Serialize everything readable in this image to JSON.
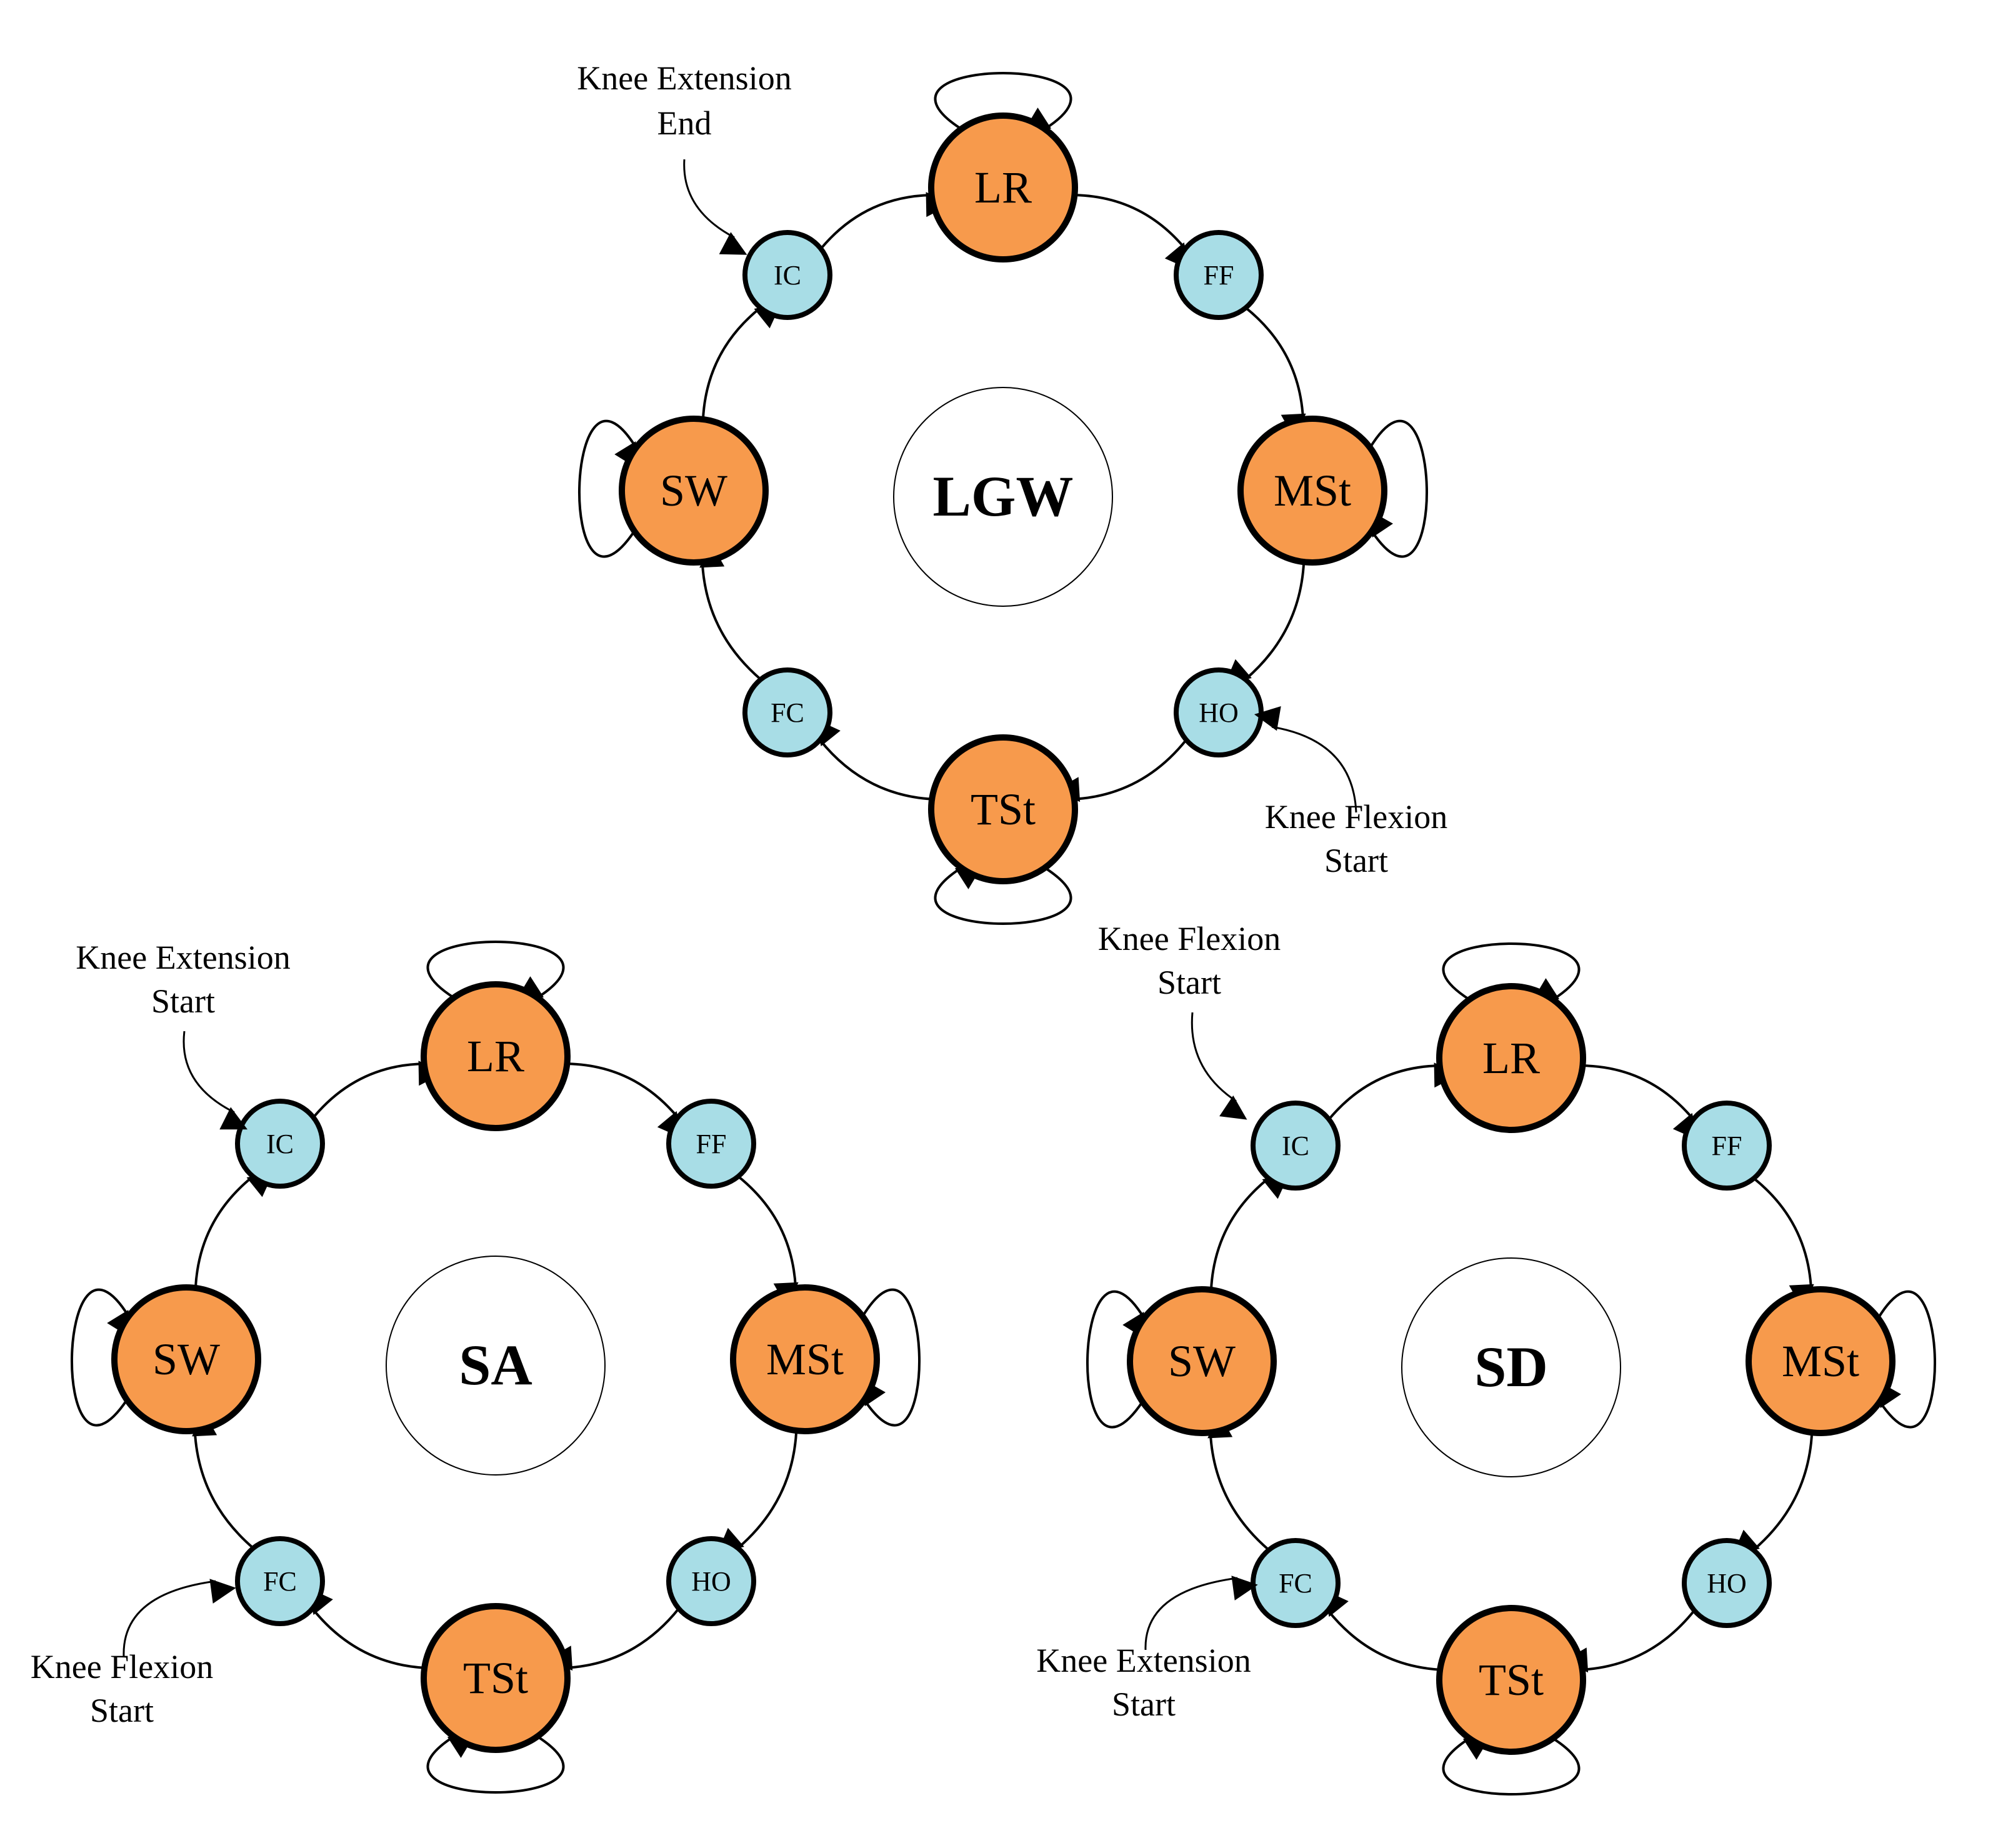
{
  "colors": {
    "phase_fill": "#f79a4c",
    "event_fill": "#a8dde6",
    "stroke": "#000000",
    "background": "#ffffff"
  },
  "diagrams": [
    {
      "id": "lgw",
      "mode_label": "LGW",
      "phases": {
        "LR": "LR",
        "MSt": "MSt",
        "TSt": "TSt",
        "SW": "SW"
      },
      "events": {
        "IC": "IC",
        "FF": "FF",
        "HO": "HO",
        "FC": "FC"
      },
      "annotations": [
        {
          "target": "IC",
          "lines": [
            "Knee Extension",
            "End"
          ]
        },
        {
          "target": "HO",
          "lines": [
            "Knee Flexion",
            "Start"
          ]
        }
      ]
    },
    {
      "id": "sa",
      "mode_label": "SA",
      "phases": {
        "LR": "LR",
        "MSt": "MSt",
        "TSt": "TSt",
        "SW": "SW"
      },
      "events": {
        "IC": "IC",
        "FF": "FF",
        "HO": "HO",
        "FC": "FC"
      },
      "annotations": [
        {
          "target": "IC",
          "lines": [
            "Knee Extension",
            "Start"
          ]
        },
        {
          "target": "FC",
          "lines": [
            "Knee Flexion",
            "Start"
          ]
        }
      ]
    },
    {
      "id": "sd",
      "mode_label": "SD",
      "phases": {
        "LR": "LR",
        "MSt": "MSt",
        "TSt": "TSt",
        "SW": "SW"
      },
      "events": {
        "IC": "IC",
        "FF": "FF",
        "HO": "HO",
        "FC": "FC"
      },
      "annotations": [
        {
          "target": "IC",
          "lines": [
            "Knee Flexion",
            "Start"
          ]
        },
        {
          "target": "FC",
          "lines": [
            "Knee Extension",
            "Start"
          ]
        }
      ]
    }
  ]
}
